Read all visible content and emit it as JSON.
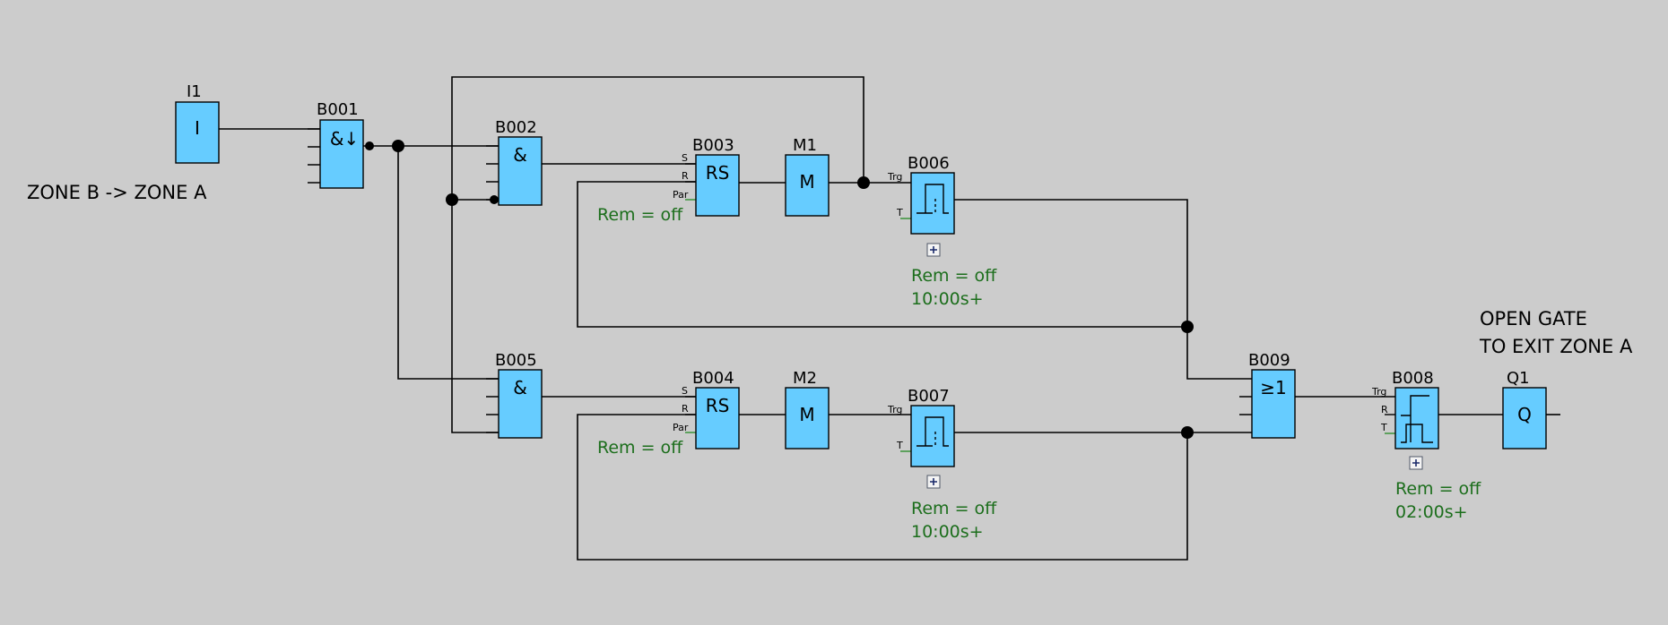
{
  "notes": {
    "input_label": "ZONE B -> ZONE A",
    "output_line1": "OPEN GATE",
    "output_line2": "TO EXIT ZONE A"
  },
  "blocks": {
    "i1": {
      "name": "I1",
      "symbol": "I"
    },
    "b001": {
      "name": "B001",
      "symbol": "&↓"
    },
    "b002": {
      "name": "B002",
      "symbol": "&"
    },
    "b005": {
      "name": "B005",
      "symbol": "&"
    },
    "b003": {
      "name": "B003",
      "symbol": "RS",
      "pin_s": "S",
      "pin_r": "R",
      "pin_par": "Par",
      "param": "Rem = off"
    },
    "b004": {
      "name": "B004",
      "symbol": "RS",
      "pin_s": "S",
      "pin_r": "R",
      "pin_par": "Par",
      "param": "Rem = off"
    },
    "m1": {
      "name": "M1",
      "symbol": "M"
    },
    "m2": {
      "name": "M2",
      "symbol": "M"
    },
    "b006": {
      "name": "B006",
      "pin_trg": "Trg",
      "pin_t": "T",
      "param": "Rem = off",
      "time": "10:00s+"
    },
    "b007": {
      "name": "B007",
      "pin_trg": "Trg",
      "pin_t": "T",
      "param": "Rem = off",
      "time": "10:00s+"
    },
    "b009": {
      "name": "B009",
      "symbol": "≥1"
    },
    "b008": {
      "name": "B008",
      "pin_trg": "Trg",
      "pin_r": "R",
      "pin_t": "T",
      "param": "Rem = off",
      "time": "02:00s+"
    },
    "q1": {
      "name": "Q1",
      "symbol": "Q"
    }
  },
  "colors": {
    "background": "#cccccc",
    "block_fill": "#66ccff",
    "parameter_text": "#1c6e1c"
  }
}
